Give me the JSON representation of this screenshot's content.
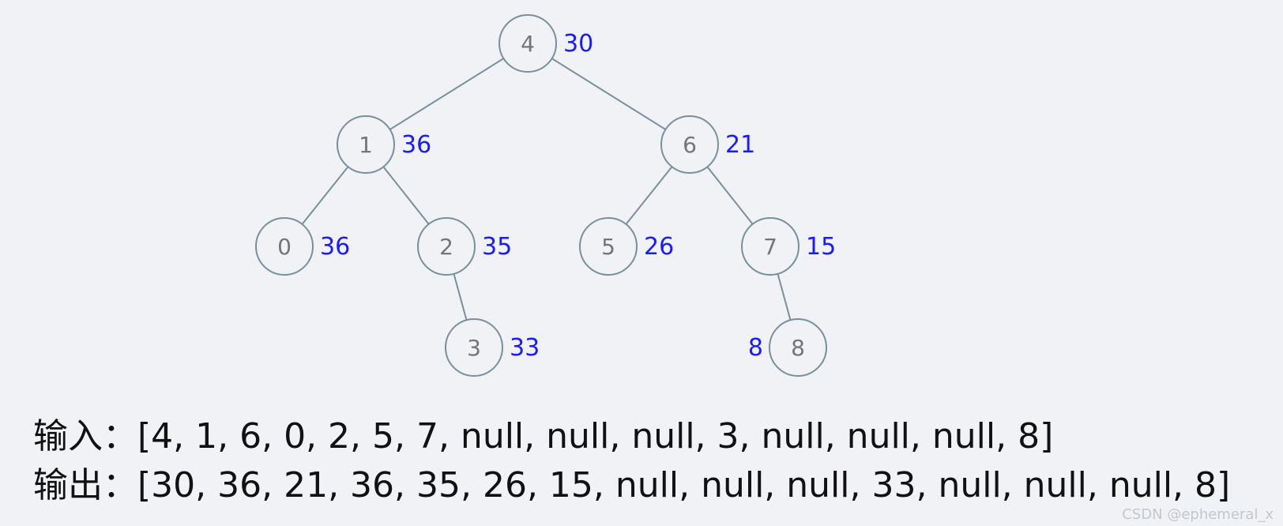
{
  "tree": {
    "nodes": [
      {
        "id": "4",
        "label": "4",
        "sum": "30",
        "sum_side": "right"
      },
      {
        "id": "1",
        "label": "1",
        "sum": "36",
        "sum_side": "right"
      },
      {
        "id": "6",
        "label": "6",
        "sum": "21",
        "sum_side": "right"
      },
      {
        "id": "0",
        "label": "0",
        "sum": "36",
        "sum_side": "right"
      },
      {
        "id": "2",
        "label": "2",
        "sum": "35",
        "sum_side": "right"
      },
      {
        "id": "5",
        "label": "5",
        "sum": "26",
        "sum_side": "right"
      },
      {
        "id": "7",
        "label": "7",
        "sum": "15",
        "sum_side": "right"
      },
      {
        "id": "3",
        "label": "3",
        "sum": "33",
        "sum_side": "right"
      },
      {
        "id": "8",
        "label": "8",
        "sum": "8",
        "sum_side": "left"
      }
    ],
    "edges": [
      [
        "4",
        "1"
      ],
      [
        "4",
        "6"
      ],
      [
        "1",
        "0"
      ],
      [
        "1",
        "2"
      ],
      [
        "6",
        "5"
      ],
      [
        "6",
        "7"
      ],
      [
        "2",
        "3"
      ],
      [
        "7",
        "8"
      ]
    ],
    "colors": {
      "node_stroke": "#78909c",
      "node_text": "#757575",
      "sum_text": "#1a1aff",
      "background": "#f0f2f5"
    }
  },
  "io": {
    "input_label": "输入：",
    "input_value": "[4, 1, 6, 0, 2, 5, 7, null, null, null, 3, null, null, null, 8]",
    "output_label": "输出：",
    "output_value": "[30, 36, 21, 36, 35, 26, 15, null, null, null, 33, null, null, null, 8]"
  },
  "watermark": "CSDN @ephemeral_x"
}
